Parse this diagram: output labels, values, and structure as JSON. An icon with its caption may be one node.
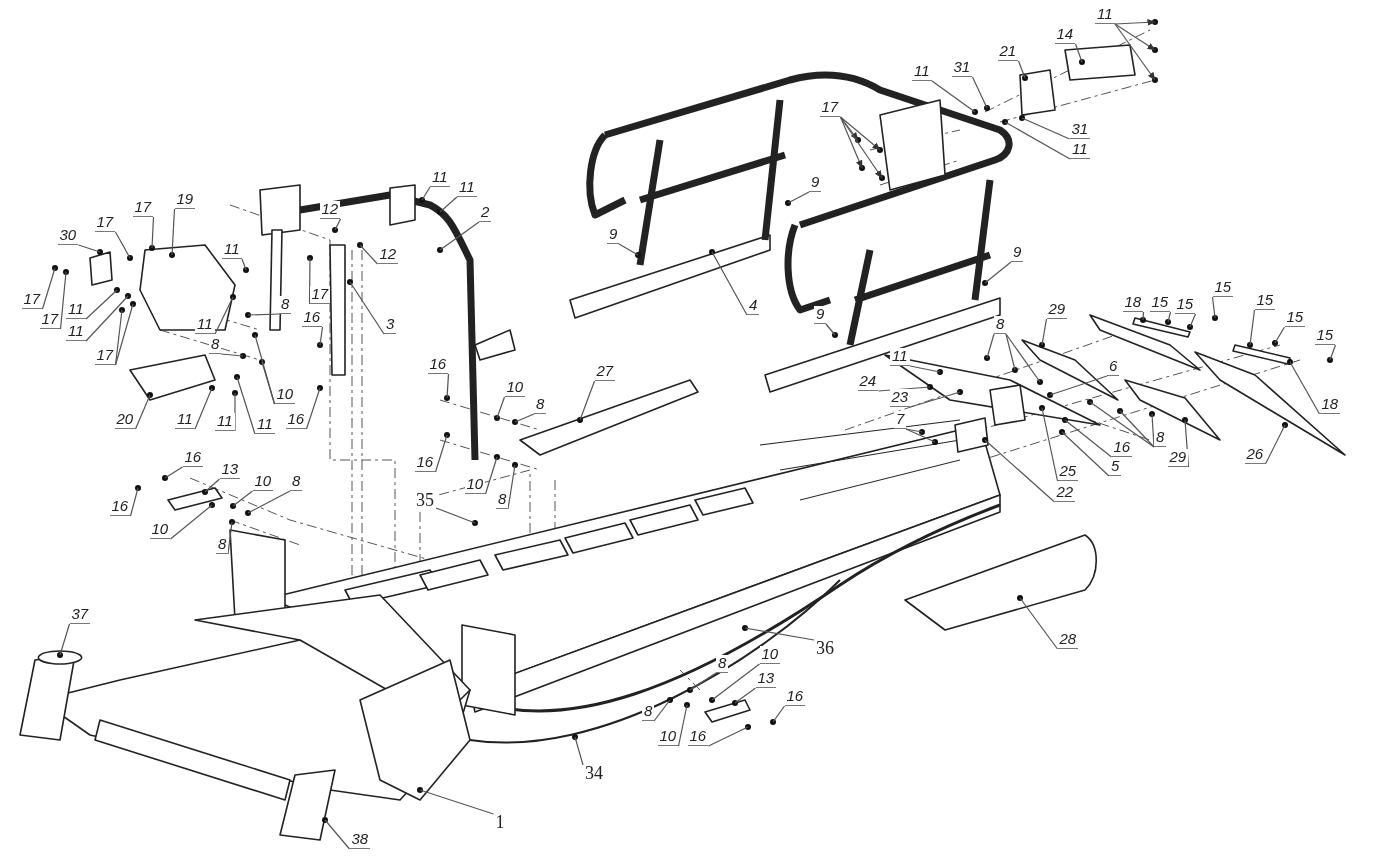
{
  "diagram": {
    "nodes": [
      {
        "text": [
          "30"
        ]
      },
      {
        "text": [
          "19"
        ]
      },
      {
        "text": [
          "17"
        ]
      },
      {
        "text": [
          "17"
        ]
      },
      {
        "text": [
          "17"
        ]
      },
      {
        "text": [
          "17"
        ]
      },
      {
        "text": [
          "11"
        ]
      },
      {
        "text": [
          "11"
        ]
      },
      {
        "text": [
          "17"
        ]
      },
      {
        "text": [
          "11"
        ]
      },
      {
        "text": [
          "11"
        ]
      },
      {
        "text": [
          "8"
        ]
      },
      {
        "text": [
          "8"
        ]
      },
      {
        "text": [
          "10"
        ]
      },
      {
        "text": [
          "16"
        ]
      },
      {
        "text": [
          "16"
        ]
      },
      {
        "text": [
          "20"
        ]
      },
      {
        "text": [
          "11"
        ]
      },
      {
        "text": [
          "11"
        ]
      },
      {
        "text": [
          "11"
        ]
      },
      {
        "text": [
          "11"
        ]
      },
      {
        "text": [
          "11"
        ]
      },
      {
        "text": [
          "12"
        ]
      },
      {
        "text": [
          "12"
        ]
      },
      {
        "text": [
          "2"
        ]
      },
      {
        "text": [
          "17"
        ]
      },
      {
        "text": [
          "3"
        ]
      },
      {
        "text": [
          "16"
        ]
      },
      {
        "text": [
          "10"
        ]
      },
      {
        "text": [
          "8"
        ]
      },
      {
        "text": [
          "16"
        ]
      },
      {
        "text": [
          "10"
        ]
      },
      {
        "text": [
          "8"
        ]
      },
      {
        "text": [
          "27"
        ]
      },
      {
        "text": [
          "35"
        ]
      },
      {
        "text": [
          "16"
        ]
      },
      {
        "text": [
          "13"
        ]
      },
      {
        "text": [
          "10"
        ]
      },
      {
        "text": [
          "8"
        ]
      },
      {
        "text": [
          "16"
        ]
      },
      {
        "text": [
          "10"
        ]
      },
      {
        "text": [
          "8"
        ]
      },
      {
        "text": [
          "37"
        ]
      },
      {
        "text": [
          "38"
        ]
      },
      {
        "text": [
          "1"
        ]
      },
      {
        "text": [
          "34"
        ]
      },
      {
        "text": [
          "36"
        ]
      },
      {
        "text": [
          "8"
        ]
      },
      {
        "text": [
          "10"
        ]
      },
      {
        "text": [
          "13"
        ]
      },
      {
        "text": [
          "16"
        ]
      },
      {
        "text": [
          "8"
        ]
      },
      {
        "text": [
          "10"
        ]
      },
      {
        "text": [
          "16"
        ]
      },
      {
        "text": [
          "28"
        ]
      },
      {
        "text": [
          "4"
        ]
      },
      {
        "text": [
          "9"
        ]
      },
      {
        "text": [
          "9"
        ]
      },
      {
        "text": [
          "9"
        ]
      },
      {
        "text": [
          "9"
        ]
      },
      {
        "text": [
          "17"
        ]
      },
      {
        "text": [
          "11"
        ]
      },
      {
        "text": [
          "31"
        ]
      },
      {
        "text": [
          "21"
        ]
      },
      {
        "text": [
          "14"
        ]
      },
      {
        "text": [
          "11"
        ]
      },
      {
        "text": [
          "31"
        ]
      },
      {
        "text": [
          "11"
        ]
      },
      {
        "text": [
          "8"
        ]
      },
      {
        "text": [
          "11"
        ]
      },
      {
        "text": [
          "24"
        ]
      },
      {
        "text": [
          "23"
        ]
      },
      {
        "text": [
          "7"
        ]
      },
      {
        "text": [
          "22"
        ]
      },
      {
        "text": [
          "25"
        ]
      },
      {
        "text": [
          "5"
        ]
      },
      {
        "text": [
          "16"
        ]
      },
      {
        "text": [
          "6"
        ]
      },
      {
        "text": [
          "29"
        ]
      },
      {
        "text": [
          "8"
        ]
      },
      {
        "text": [
          "29"
        ]
      },
      {
        "text": [
          "26"
        ]
      },
      {
        "text": [
          "18"
        ]
      },
      {
        "text": [
          "15"
        ]
      },
      {
        "text": [
          "15"
        ]
      },
      {
        "text": [
          "15"
        ]
      },
      {
        "text": [
          "15"
        ]
      },
      {
        "text": [
          "15"
        ]
      },
      {
        "text": [
          "15"
        ]
      },
      {
        "text": [
          "18"
        ]
      }
    ],
    "edges": [
      {
        "from": 0,
        "to": null,
        "arrow": "none"
      },
      {
        "from": 1,
        "to": null,
        "arrow": "none"
      },
      {
        "from": 2,
        "to": null,
        "arrow": "none"
      },
      {
        "from": 3,
        "to": null,
        "arrow": "none"
      },
      {
        "from": 4,
        "to": null,
        "arrow": "none"
      },
      {
        "from": 5,
        "to": null,
        "arrow": "none"
      },
      {
        "from": 6,
        "to": null,
        "arrow": "none"
      },
      {
        "from": 7,
        "to": null,
        "arrow": "none"
      },
      {
        "from": 8,
        "to": null,
        "arrow": "none"
      },
      {
        "from": 8,
        "to": null,
        "arrow": "none"
      },
      {
        "from": 9,
        "to": null,
        "arrow": "none"
      },
      {
        "from": 10,
        "to": null,
        "arrow": "none"
      },
      {
        "from": 11,
        "to": null,
        "arrow": "none"
      },
      {
        "from": 12,
        "to": null,
        "arrow": "none"
      },
      {
        "from": 13,
        "to": null,
        "arrow": "none"
      },
      {
        "from": 13,
        "to": null,
        "arrow": "none"
      },
      {
        "from": 14,
        "to": null,
        "arrow": "none"
      },
      {
        "from": 15,
        "to": null,
        "arrow": "none"
      },
      {
        "from": 16,
        "to": null,
        "arrow": "none"
      },
      {
        "from": 17,
        "to": null,
        "arrow": "none"
      },
      {
        "from": 18,
        "to": null,
        "arrow": "none"
      },
      {
        "from": 19,
        "to": null,
        "arrow": "none"
      },
      {
        "from": 20,
        "to": null,
        "arrow": "none"
      },
      {
        "from": 21,
        "to": null,
        "arrow": "none"
      },
      {
        "from": 22,
        "to": null,
        "arrow": "none"
      },
      {
        "from": 23,
        "to": null,
        "arrow": "none"
      },
      {
        "from": 24,
        "to": null,
        "arrow": "none"
      },
      {
        "from": 25,
        "to": null,
        "arrow": "none"
      },
      {
        "from": 26,
        "to": null,
        "arrow": "none"
      },
      {
        "from": 27,
        "to": null,
        "arrow": "none"
      },
      {
        "from": 28,
        "to": null,
        "arrow": "none"
      },
      {
        "from": 29,
        "to": null,
        "arrow": "none"
      },
      {
        "from": 30,
        "to": null,
        "arrow": "none"
      },
      {
        "from": 31,
        "to": null,
        "arrow": "none"
      },
      {
        "from": 32,
        "to": null,
        "arrow": "none"
      },
      {
        "from": 33,
        "to": null,
        "arrow": "none"
      },
      {
        "from": 34,
        "to": null,
        "arrow": "none"
      },
      {
        "from": 35,
        "to": null,
        "arrow": "none"
      },
      {
        "from": 36,
        "to": null,
        "arrow": "none"
      },
      {
        "from": 37,
        "to": null,
        "arrow": "none"
      },
      {
        "from": 38,
        "to": null,
        "arrow": "none"
      },
      {
        "from": 39,
        "to": null,
        "arrow": "none"
      },
      {
        "from": 40,
        "to": null,
        "arrow": "none"
      },
      {
        "from": 41,
        "to": null,
        "arrow": "none"
      },
      {
        "from": 42,
        "to": null,
        "arrow": "none"
      },
      {
        "from": 43,
        "to": null,
        "arrow": "none"
      },
      {
        "from": 44,
        "to": null,
        "arrow": "none"
      },
      {
        "from": 45,
        "to": null,
        "arrow": "none"
      },
      {
        "from": 46,
        "to": null,
        "arrow": "none"
      },
      {
        "from": 47,
        "to": null,
        "arrow": "none"
      },
      {
        "from": 48,
        "to": null,
        "arrow": "none"
      },
      {
        "from": 49,
        "to": null,
        "arrow": "none"
      },
      {
        "from": 50,
        "to": null,
        "arrow": "none"
      },
      {
        "from": 51,
        "to": null,
        "arrow": "none"
      },
      {
        "from": 52,
        "to": null,
        "arrow": "none"
      },
      {
        "from": 53,
        "to": null,
        "arrow": "none"
      },
      {
        "from": 54,
        "to": null,
        "arrow": "none"
      },
      {
        "from": 55,
        "to": null,
        "arrow": "none"
      },
      {
        "from": 56,
        "to": null,
        "arrow": "none"
      },
      {
        "from": 57,
        "to": null,
        "arrow": "none"
      },
      {
        "from": 58,
        "to": null,
        "arrow": "none"
      },
      {
        "from": 59,
        "to": null,
        "arrow": "none"
      },
      {
        "from": 60,
        "to": null,
        "arrow": "to"
      },
      {
        "from": 60,
        "to": null,
        "arrow": "to"
      },
      {
        "from": 60,
        "to": null,
        "arrow": "to"
      },
      {
        "from": 60,
        "to": null,
        "arrow": "to"
      },
      {
        "from": 61,
        "to": null,
        "arrow": "none"
      },
      {
        "from": 62,
        "to": null,
        "arrow": "none"
      },
      {
        "from": 63,
        "to": null,
        "arrow": "none"
      },
      {
        "from": 64,
        "to": null,
        "arrow": "none"
      },
      {
        "from": 65,
        "to": null,
        "arrow": "to"
      },
      {
        "from": 65,
        "to": null,
        "arrow": "to"
      },
      {
        "from": 65,
        "to": null,
        "arrow": "to"
      },
      {
        "from": 66,
        "to": null,
        "arrow": "none"
      },
      {
        "from": 67,
        "to": null,
        "arrow": "none"
      },
      {
        "from": 68,
        "to": null,
        "arrow": "none"
      },
      {
        "from": 68,
        "to": null,
        "arrow": "none"
      },
      {
        "from": 68,
        "to": null,
        "arrow": "none"
      },
      {
        "from": 69,
        "to": null,
        "arrow": "none"
      },
      {
        "from": 70,
        "to": null,
        "arrow": "none"
      },
      {
        "from": 71,
        "to": null,
        "arrow": "none"
      },
      {
        "from": 72,
        "to": null,
        "arrow": "none"
      },
      {
        "from": 72,
        "to": null,
        "arrow": "none"
      },
      {
        "from": 73,
        "to": null,
        "arrow": "none"
      },
      {
        "from": 74,
        "to": null,
        "arrow": "none"
      },
      {
        "from": 75,
        "to": null,
        "arrow": "none"
      },
      {
        "from": 76,
        "to": null,
        "arrow": "none"
      },
      {
        "from": 77,
        "to": null,
        "arrow": "none"
      },
      {
        "from": 78,
        "to": null,
        "arrow": "none"
      },
      {
        "from": 79,
        "to": null,
        "arrow": "none"
      },
      {
        "from": 79,
        "to": null,
        "arrow": "none"
      },
      {
        "from": 79,
        "to": null,
        "arrow": "none"
      },
      {
        "from": 80,
        "to": null,
        "arrow": "none"
      },
      {
        "from": 81,
        "to": null,
        "arrow": "none"
      },
      {
        "from": 82,
        "to": null,
        "arrow": "none"
      },
      {
        "from": 83,
        "to": null,
        "arrow": "none"
      },
      {
        "from": 84,
        "to": null,
        "arrow": "none"
      },
      {
        "from": 85,
        "to": null,
        "arrow": "none"
      },
      {
        "from": 86,
        "to": null,
        "arrow": "none"
      },
      {
        "from": 87,
        "to": null,
        "arrow": "none"
      },
      {
        "from": 88,
        "to": null,
        "arrow": "none"
      },
      {
        "from": 89,
        "to": null,
        "arrow": "none"
      }
    ]
  }
}
